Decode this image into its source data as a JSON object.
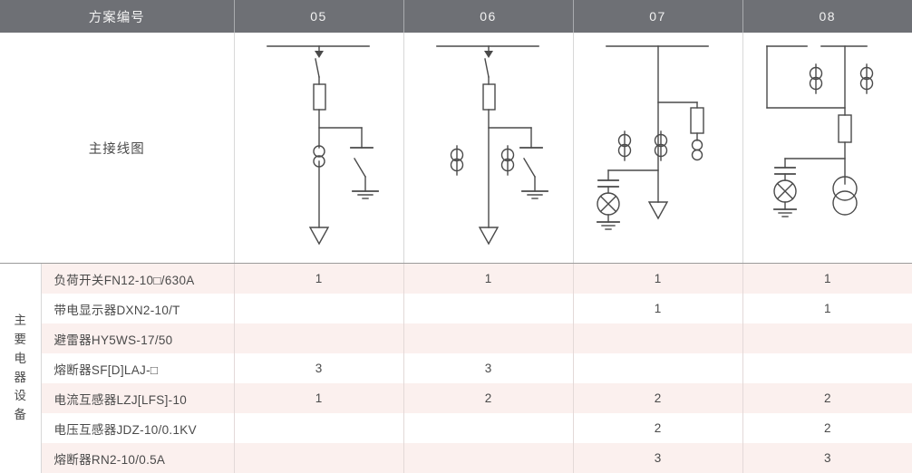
{
  "table": {
    "header": {
      "row_label": "方案编号",
      "columns": [
        "05",
        "06",
        "07",
        "08"
      ]
    },
    "diagram_row": {
      "label": "主接线图"
    },
    "group_label": "主要电器设备",
    "rows": [
      {
        "label": "负荷开关FN12-10□/630A",
        "values": [
          "1",
          "1",
          "1",
          "1"
        ]
      },
      {
        "label": "带电显示器DXN2-10/T",
        "values": [
          "",
          "",
          "1",
          "1"
        ]
      },
      {
        "label": "避雷器HY5WS-17/50",
        "values": [
          "",
          "",
          "",
          ""
        ]
      },
      {
        "label": "熔断器SF[D]LAJ-□",
        "values": [
          "3",
          "3",
          "",
          ""
        ]
      },
      {
        "label": "电流互感器LZJ[LFS]-10",
        "values": [
          "1",
          "2",
          "2",
          "2"
        ]
      },
      {
        "label": "电压互感器JDZ-10/0.1KV",
        "values": [
          "",
          "",
          "2",
          "2"
        ]
      },
      {
        "label": "熔断器RN2-10/0.5A",
        "values": [
          "",
          "",
          "3",
          "3"
        ]
      }
    ]
  },
  "colors": {
    "header_bg": "#6e7075",
    "stripe_pink": "#fbf0ee",
    "line": "#4a4a4a"
  },
  "diagrams": {
    "d05": {
      "name": "scheme-05-single-line-diagram",
      "components": [
        "busbar",
        "load-break-switch",
        "fuse",
        "earthing-switch",
        "current-transformer",
        "cable-outgoing-arrow"
      ]
    },
    "d06": {
      "name": "scheme-06-single-line-diagram",
      "components": [
        "busbar",
        "load-break-switch",
        "fuse",
        "earthing-switch",
        "current-transformer",
        "current-transformer",
        "cable-outgoing-arrow"
      ]
    },
    "d07": {
      "name": "scheme-07-single-line-diagram",
      "components": [
        "busbar",
        "fuse",
        "current-transformer",
        "current-transformer",
        "voltage-transformer",
        "cable-outgoing-arrow"
      ]
    },
    "d08": {
      "name": "scheme-08-single-line-diagram",
      "components": [
        "busbar",
        "current-transformer",
        "current-transformer",
        "fuse",
        "voltage-transformer",
        "power-transformer"
      ]
    }
  }
}
